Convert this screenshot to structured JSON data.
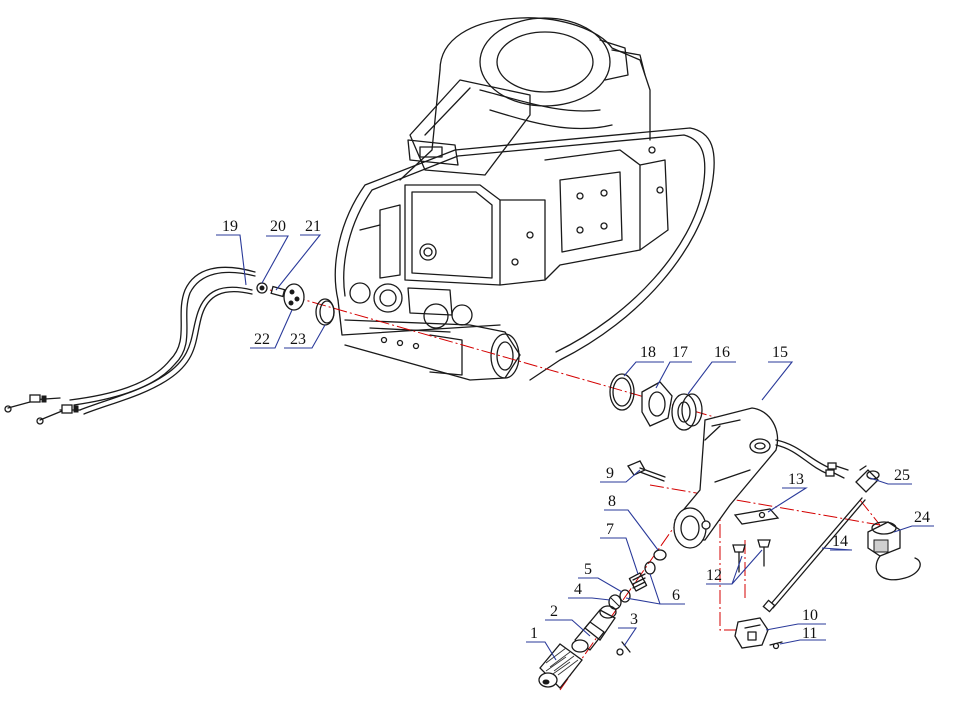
{
  "colors": {
    "line": "#1a1a1a",
    "axis": "#d40000",
    "leader": "#2a3a9a"
  },
  "callouts": {
    "c1": "1",
    "c2": "2",
    "c3": "3",
    "c4": "4",
    "c5": "5",
    "c6": "6",
    "c7": "7",
    "c8": "8",
    "c9": "9",
    "c10": "10",
    "c11": "11",
    "c12": "12",
    "c13": "13",
    "c14": "14",
    "c15": "15",
    "c16": "16",
    "c17": "17",
    "c18": "18",
    "c19": "19",
    "c20": "20",
    "c21": "21",
    "c22": "22",
    "c23": "23",
    "c24": "24",
    "c25": "25"
  }
}
